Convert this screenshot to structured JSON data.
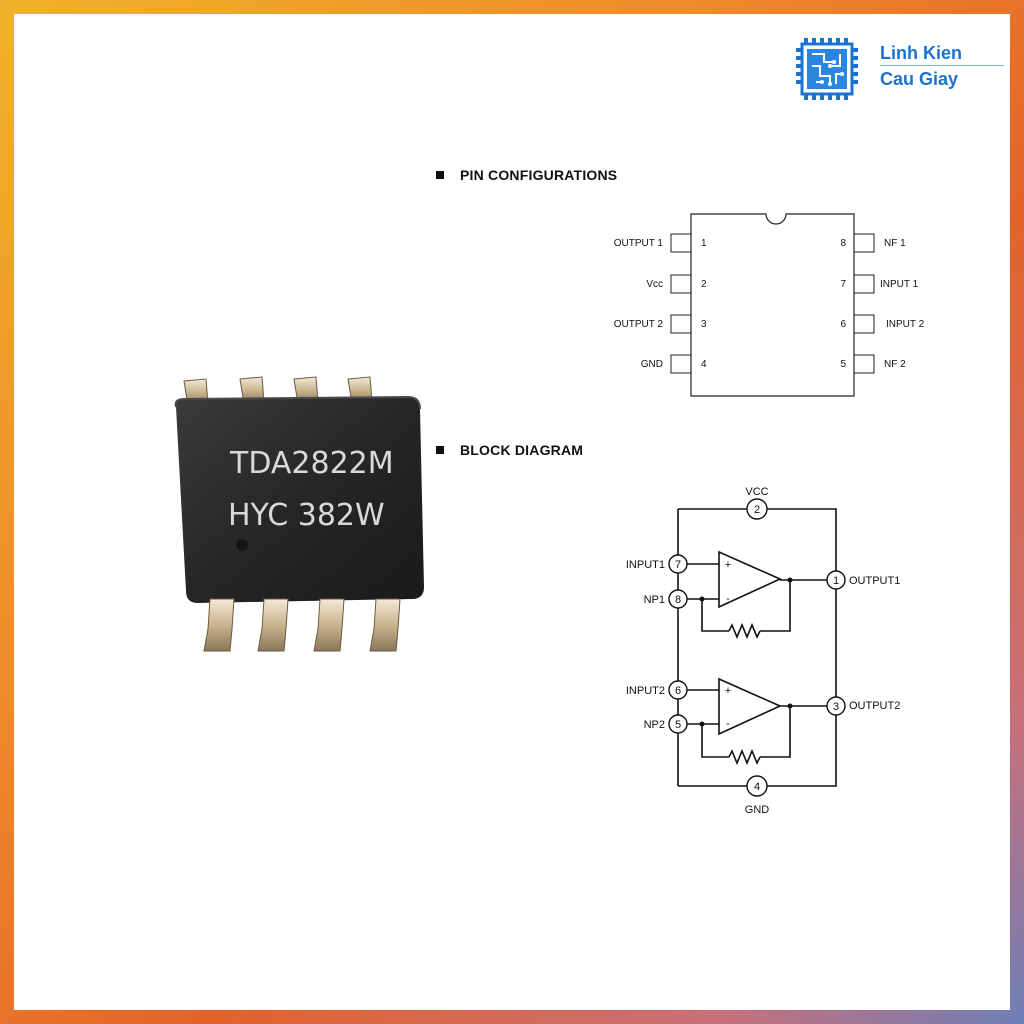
{
  "brand": {
    "line1": "Linh Kien",
    "line2": "Cau Giay"
  },
  "chip": {
    "marking_line1": "TDA2822M",
    "marking_line2": "HYC 382W"
  },
  "pin_configurations": {
    "heading": "PIN CONFIGURATIONS",
    "left_pins": [
      {
        "label": "OUTPUT 1",
        "number": "1"
      },
      {
        "label": "Vcc",
        "number": "2"
      },
      {
        "label": "OUTPUT 2",
        "number": "3"
      },
      {
        "label": "GND",
        "number": "4"
      }
    ],
    "right_pins": [
      {
        "label": "NF 1",
        "number": "8"
      },
      {
        "label": "INPUT 1",
        "number": "7"
      },
      {
        "label": "INPUT 2",
        "number": "6"
      },
      {
        "label": "NF 2",
        "number": "5"
      }
    ]
  },
  "block_diagram": {
    "heading": "BLOCK DIAGRAM",
    "vcc": {
      "label": "VCC",
      "pin": "2"
    },
    "gnd": {
      "label": "GND",
      "pin": "4"
    },
    "amp1": {
      "input_label": "INPUT1",
      "input_pin": "7",
      "fb_label": "NP1",
      "fb_pin": "8",
      "output_label": "OUTPUT1",
      "output_pin": "1",
      "plus": "+",
      "minus": "-"
    },
    "amp2": {
      "input_label": "INPUT2",
      "input_pin": "6",
      "fb_label": "NP2",
      "fb_pin": "5",
      "output_label": "OUTPUT2",
      "output_pin": "3",
      "plus": "+",
      "minus": "-"
    }
  }
}
